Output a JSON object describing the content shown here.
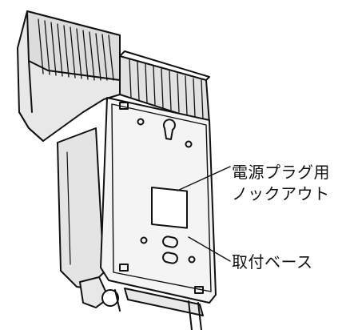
{
  "labels": {
    "power_plug_knockout_line1": "電源プラグ用",
    "power_plug_knockout_line2": "ノックアウト",
    "mounting_base": "取付ベース"
  },
  "colors": {
    "line": "#111111",
    "housing_fill": "#e8e8e8",
    "base_fill": "#f4f4f4",
    "background": "#ffffff"
  }
}
